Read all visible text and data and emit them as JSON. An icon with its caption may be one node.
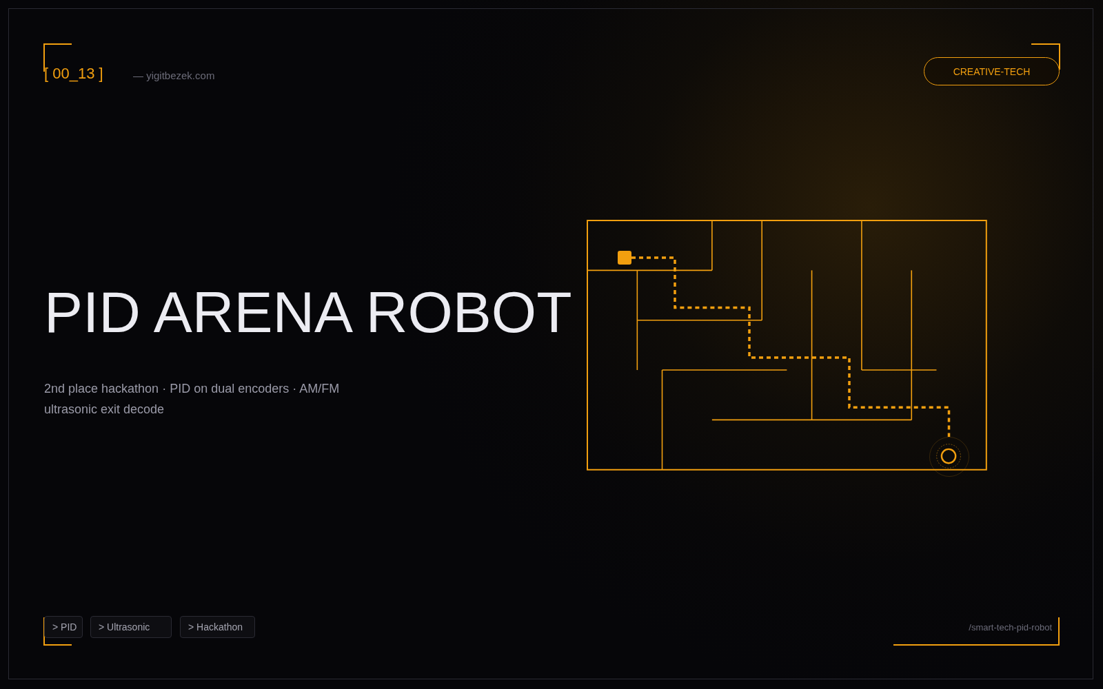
{
  "diagram": {
    "title": "PID ARENA ROBOT",
    "nodes": [
      {
        "text": [
          "CREATIVE-TECH"
        ]
      },
      {
        "text": [],
        "shape": "box"
      },
      {
        "text": [],
        "shape": "circle"
      },
      {
        "text": [
          "> PID"
        ]
      },
      {
        "text": [
          "> Ultrasonic"
        ]
      },
      {
        "text": [
          "> Hackathon"
        ]
      }
    ],
    "edges": [
      {
        "from": 1,
        "to": 2,
        "arrow": "none",
        "style": "dashed"
      }
    ],
    "labels": [
      "[ 00_13 ]",
      "— yigitbezek.com",
      "2nd place hackathon · PID on dual encoders · AM/FM ultrasonic exit decode",
      "/smart-tech-pid-robot"
    ]
  }
}
